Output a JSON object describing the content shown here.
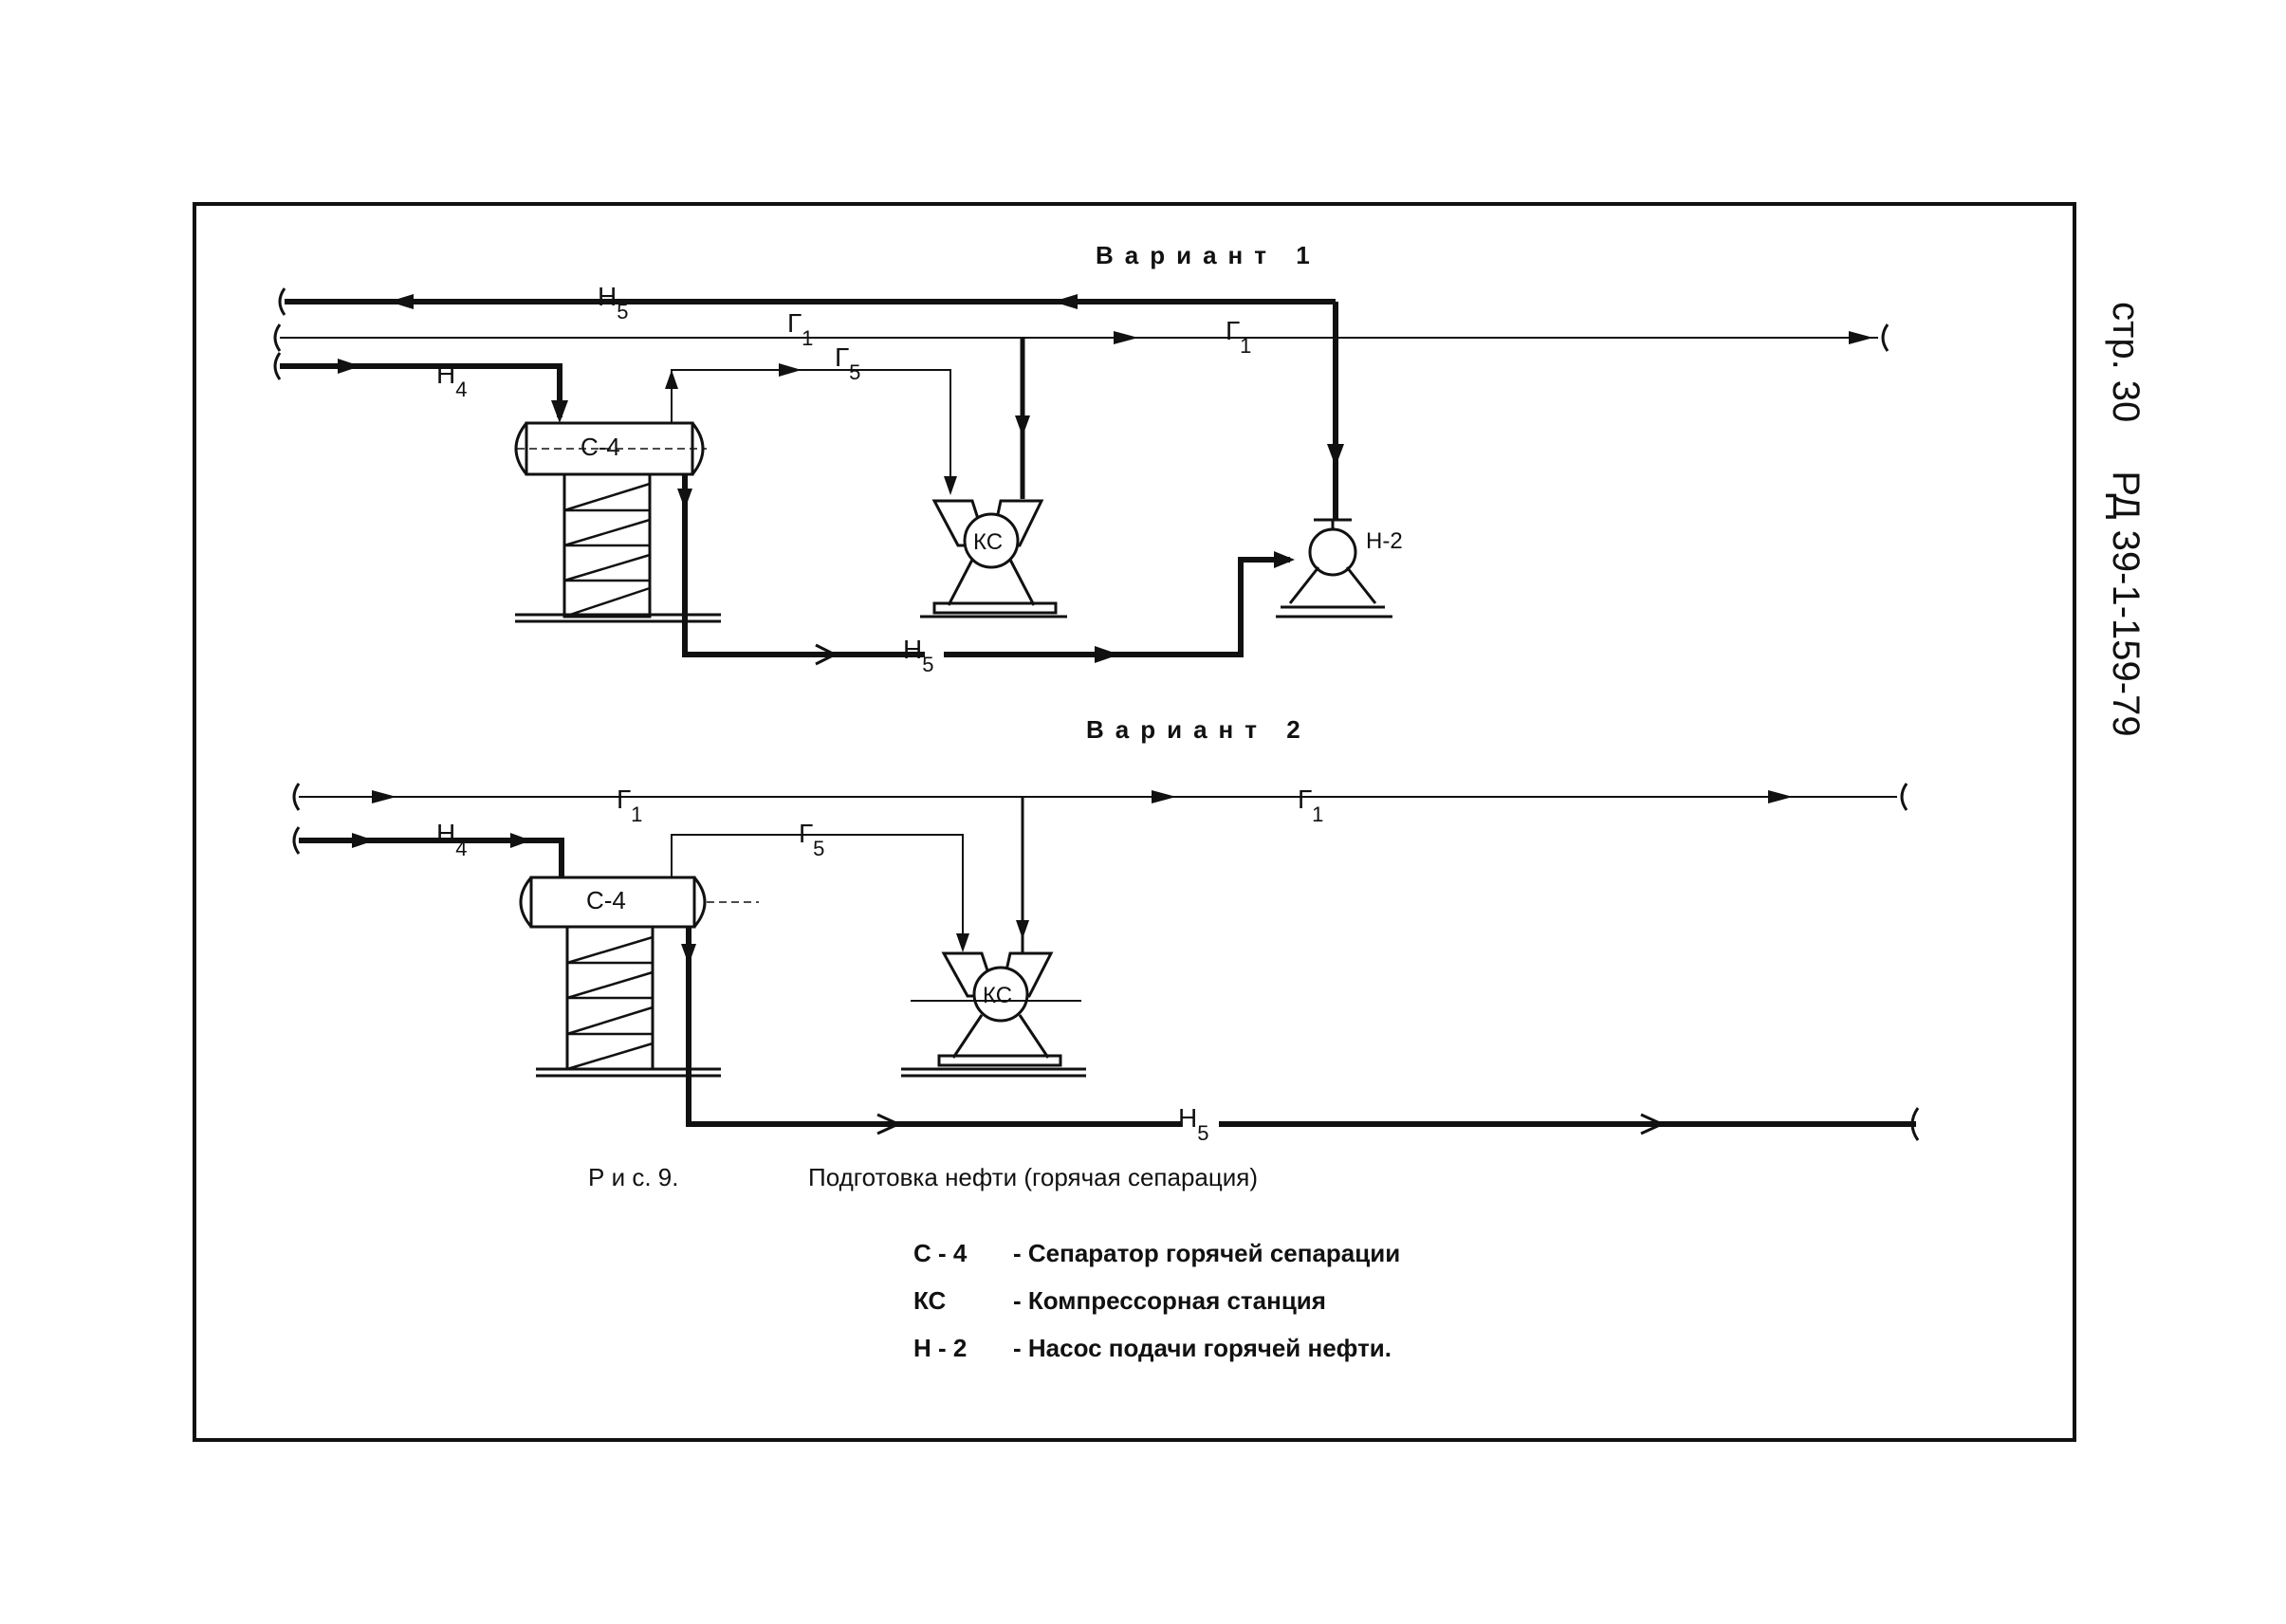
{
  "page_ref": {
    "page_label": "стр. 30",
    "doc_code": "РД 39-1-159-79"
  },
  "variant1": {
    "title": "Вариант 1",
    "separator": "С-4",
    "compressor": "КС",
    "pump": "Н-2",
    "streams": {
      "oil_out_main": "Н",
      "oil_out_main_sub": "5",
      "gas_main_a": "Г",
      "gas_main_a_sub": "1",
      "gas_main_b": "Г",
      "gas_main_b_sub": "1",
      "gas_sep": "Г",
      "gas_sep_sub": "5",
      "oil_in": "Н",
      "oil_in_sub": "4",
      "oil_to_pump": "Н",
      "oil_to_pump_sub": "5"
    }
  },
  "variant2": {
    "title": "Вариант 2",
    "separator": "С-4",
    "compressor": "КС",
    "streams": {
      "gas_main_a": "Г",
      "gas_main_a_sub": "1",
      "gas_main_b": "Г",
      "gas_main_b_sub": "1",
      "oil_in": "Н",
      "oil_in_sub": "4",
      "gas_sep": "Г",
      "gas_sep_sub": "5",
      "oil_out": "Н",
      "oil_out_sub": "5"
    }
  },
  "caption": {
    "fig_no": "Р и с. 9.",
    "text": "Подготовка нефти  (горячая сепарация)"
  },
  "legend": [
    {
      "code": "С - 4",
      "desc": "- Сепаратор горячей сепарации"
    },
    {
      "code": "КС",
      "desc": "- Компрессорная  станция"
    },
    {
      "code": "Н - 2",
      "desc": "- Насос подачи горячей нефти."
    }
  ]
}
